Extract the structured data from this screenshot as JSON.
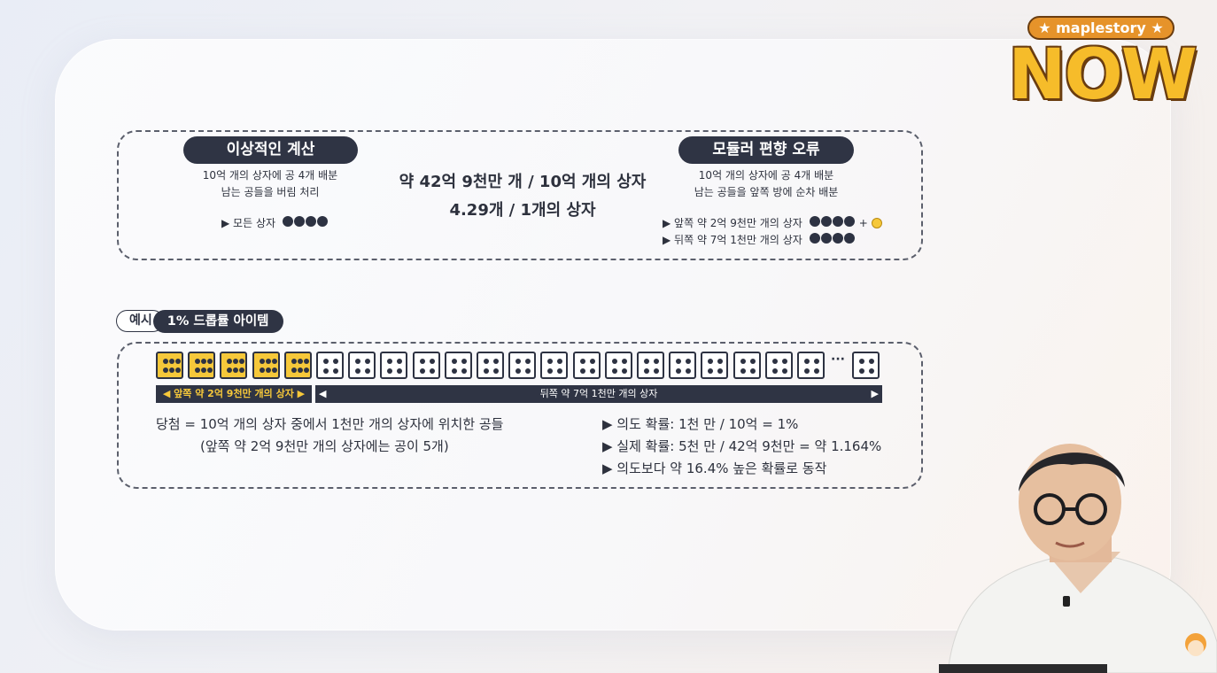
{
  "logo": {
    "tag": "★ maplestory ★",
    "name": "NOW"
  },
  "top_box": {
    "left": {
      "pill": "이상적인 계산",
      "line1": "10억 개의 상자에 공 4개 배분",
      "line2": "남는 공들을 버림 처리",
      "row": "▶ 모든 상자"
    },
    "center": {
      "line1": "약 42억 9천만 개 / 10억 개의 상자",
      "line2": "4.29개 / 1개의 상자"
    },
    "right": {
      "pill": "모듈러 편향 오류",
      "line1": "10억 개의 상자에 공 4개 배분",
      "line2": "남는 공들을 앞쪽 방에 순차 배분",
      "row1": "▶ 앞쪽 약 2억 9천만 개의 상자",
      "row2": "▶ 뒤쪽 약 7억 1천만 개의 상자",
      "plus": "+"
    }
  },
  "example": {
    "tag_outer": "예시",
    "tag_inner": "1% 드롭률 아이템",
    "ellipsis": "···",
    "bar_left": "◀ 앞쪽 약 2억 9천만 개의 상자 ▶",
    "bar_right_arrow_l": "◀",
    "bar_right": "뒤쪽 약 7억 1천만 개의 상자",
    "bar_right_arrow_r": "▶",
    "win_line": "당첨 = 10억 개의 상자 중에서 1천만 개의 상자에 위치한 공들",
    "win_note": "(앞쪽 약 2억 9천만 개의 상자에는 공이 5개)",
    "bullet1": "▶  의도 확률: 1천 만 / 10억 = 1%",
    "bullet2": "▶  실제 확률: 5천 만 / 42억 9천만 = 약 1.164%",
    "bullet3": "▶  의도보다 약 16.4% 높은 확률로 동작",
    "gold_boxes": 5,
    "white_boxes": 16
  }
}
